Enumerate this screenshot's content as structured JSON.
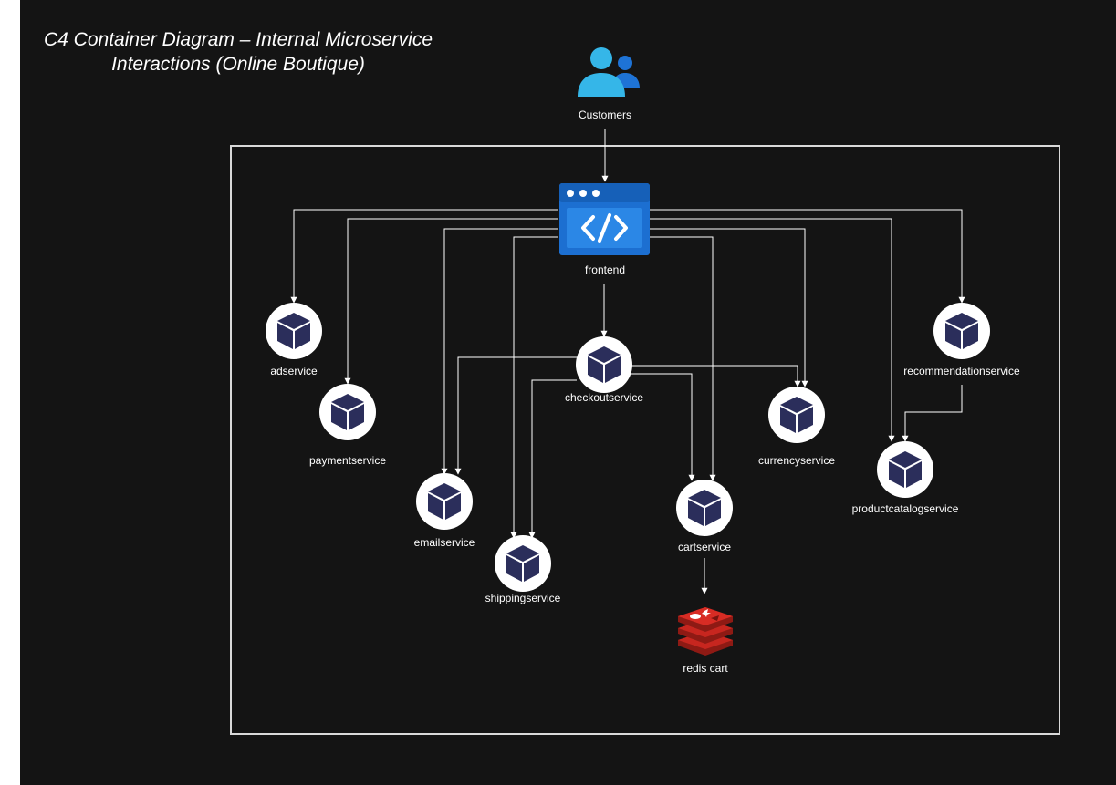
{
  "title": {
    "line1": "C4 Container Diagram – Internal Microservice",
    "line2": "Interactions (Online Boutique)"
  },
  "colors": {
    "background": "#141414",
    "wire": "#ffffff",
    "boundary": "#d9d9d9",
    "service_fill": "#ffffff",
    "cube": "#2b2e5b",
    "frontend_blue": "#1c6fd1",
    "redis_red": "#c7261f",
    "user_cyan": "#35b6e8",
    "user_blue": "#1e73d6"
  },
  "nodes": {
    "customers": {
      "label": "Customers",
      "icon": "users-icon"
    },
    "frontend": {
      "label": "frontend",
      "icon": "code-window-icon"
    },
    "adservice": {
      "label": "adservice",
      "icon": "cube-icon"
    },
    "paymentservice": {
      "label": "paymentservice",
      "icon": "cube-icon"
    },
    "checkoutservice": {
      "label": "checkoutservice",
      "icon": "cube-icon"
    },
    "emailservice": {
      "label": "emailservice",
      "icon": "cube-icon"
    },
    "shippingservice": {
      "label": "shippingservice",
      "icon": "cube-icon"
    },
    "cartservice": {
      "label": "cartservice",
      "icon": "cube-icon"
    },
    "currencyservice": {
      "label": "currencyservice",
      "icon": "cube-icon"
    },
    "recommendationservice": {
      "label": "recommendationservice",
      "icon": "cube-icon"
    },
    "productcatalogservice": {
      "label": "productcatalogservice",
      "icon": "cube-icon"
    },
    "rediscart": {
      "label": "redis cart",
      "icon": "redis-icon"
    }
  },
  "edges": [
    [
      "customers",
      "frontend"
    ],
    [
      "frontend",
      "adservice"
    ],
    [
      "frontend",
      "paymentservice"
    ],
    [
      "frontend",
      "emailservice"
    ],
    [
      "frontend",
      "shippingservice"
    ],
    [
      "frontend",
      "checkoutservice"
    ],
    [
      "frontend",
      "cartservice"
    ],
    [
      "frontend",
      "currencyservice"
    ],
    [
      "frontend",
      "productcatalogservice"
    ],
    [
      "frontend",
      "recommendationservice"
    ],
    [
      "checkoutservice",
      "emailservice"
    ],
    [
      "checkoutservice",
      "shippingservice"
    ],
    [
      "checkoutservice",
      "cartservice"
    ],
    [
      "checkoutservice",
      "currencyservice"
    ],
    [
      "recommendationservice",
      "productcatalogservice"
    ],
    [
      "cartservice",
      "rediscart"
    ]
  ]
}
